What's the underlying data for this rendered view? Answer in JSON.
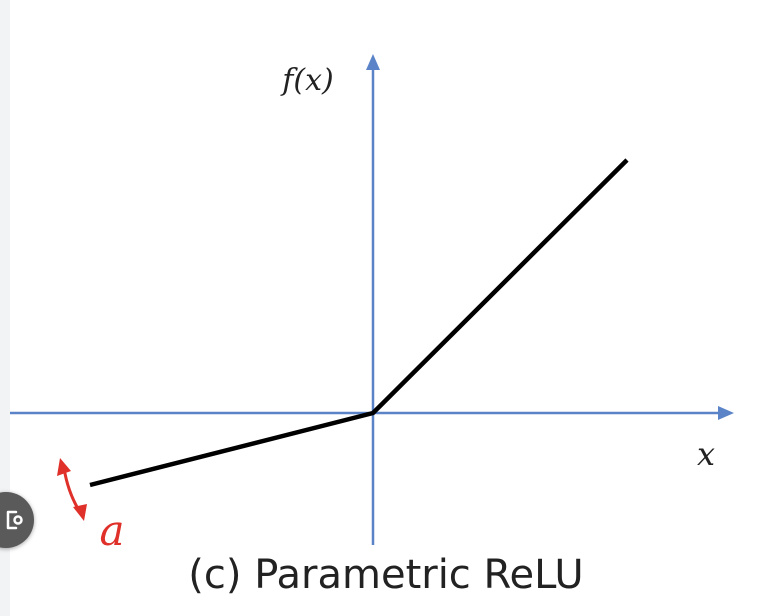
{
  "figure": {
    "caption": "(c) Parametric ReLU",
    "y_axis_label": "f(x)",
    "x_axis_label": "x",
    "parameter_label": "a",
    "colors": {
      "axes": "#5b84c8",
      "function_line": "#000000",
      "parameter": "#e0302a",
      "text": "#222222"
    }
  },
  "overlay": {
    "icon": "lens-icon"
  }
}
